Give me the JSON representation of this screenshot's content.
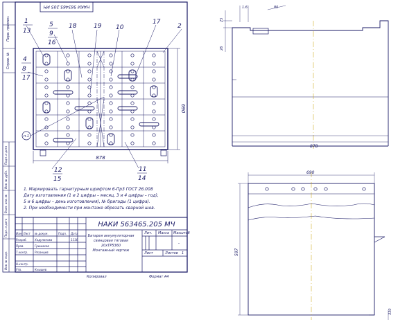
{
  "sheet": {
    "top_stamp": "НАКИ 563465.205 МЧ",
    "side_labels": [
      "Перв. примен.",
      "Справ. №",
      "Подп. и дата",
      "Инв. № дубл.",
      "Взам. инв. №",
      "Подп. и дата",
      "Инв. № подл."
    ],
    "callouts": [
      "1",
      "13",
      "5",
      "9",
      "16",
      "18",
      "19",
      "10",
      "17",
      "2",
      "4",
      "8",
      "17",
      "12",
      "15",
      "11",
      "14",
      "п.1"
    ],
    "dim_width": "878",
    "dim_height": "690"
  },
  "notes": [
    "1. Маркировать гарнитурным шрифтом 6-Пр3 ГОСТ 26.008",
    "Дату изготовления (1 и 2 цифры – месяц, 3 и 4 цифры – год),",
    "5 и 6 цифры – день изготовления), № бригады (1 цифра).",
    "2. При необходимости при монтаже обрезать сварной шов."
  ],
  "title_block": {
    "designation": "НАКИ 563465.205 МЧ",
    "name_lines": [
      "Батарея аккумуляторная",
      "свинцовая тяговая",
      "20хТР5360",
      "Монтажный чертеж"
    ],
    "col_headers": [
      "Лит.",
      "Масса",
      "Масштаб"
    ],
    "scale_value": "–",
    "sheet_label": "Лист",
    "sheets_label": "Листов",
    "sheets_value": "1",
    "rows": [
      {
        "role": "Изм. Лист",
        "name": "№ докум.",
        "sign": "Подп.",
        "date": "Дата"
      },
      {
        "role": "Разраб.",
        "name": "Ходулинова",
        "sign": "",
        "date": "1116"
      },
      {
        "role": "Пров.",
        "name": "Гришаков",
        "sign": "",
        "date": ""
      },
      {
        "role": "Т.контр.",
        "name": "Рязанцев",
        "sign": "",
        "date": ""
      },
      {
        "role": "",
        "name": "",
        "sign": "",
        "date": ""
      },
      {
        "role": "Н.контр.",
        "name": "",
        "sign": "",
        "date": ""
      },
      {
        "role": "Утв.",
        "name": "Кнышев",
        "sign": "",
        "date": ""
      }
    ],
    "copied": "Копировал",
    "format": "Формат   А4"
  },
  "views": {
    "top_dims": [
      "1.6",
      "80",
      "25",
      "26"
    ],
    "front_width": "878",
    "side_width": "690",
    "side_height": "597",
    "side_bottom": "330"
  }
}
